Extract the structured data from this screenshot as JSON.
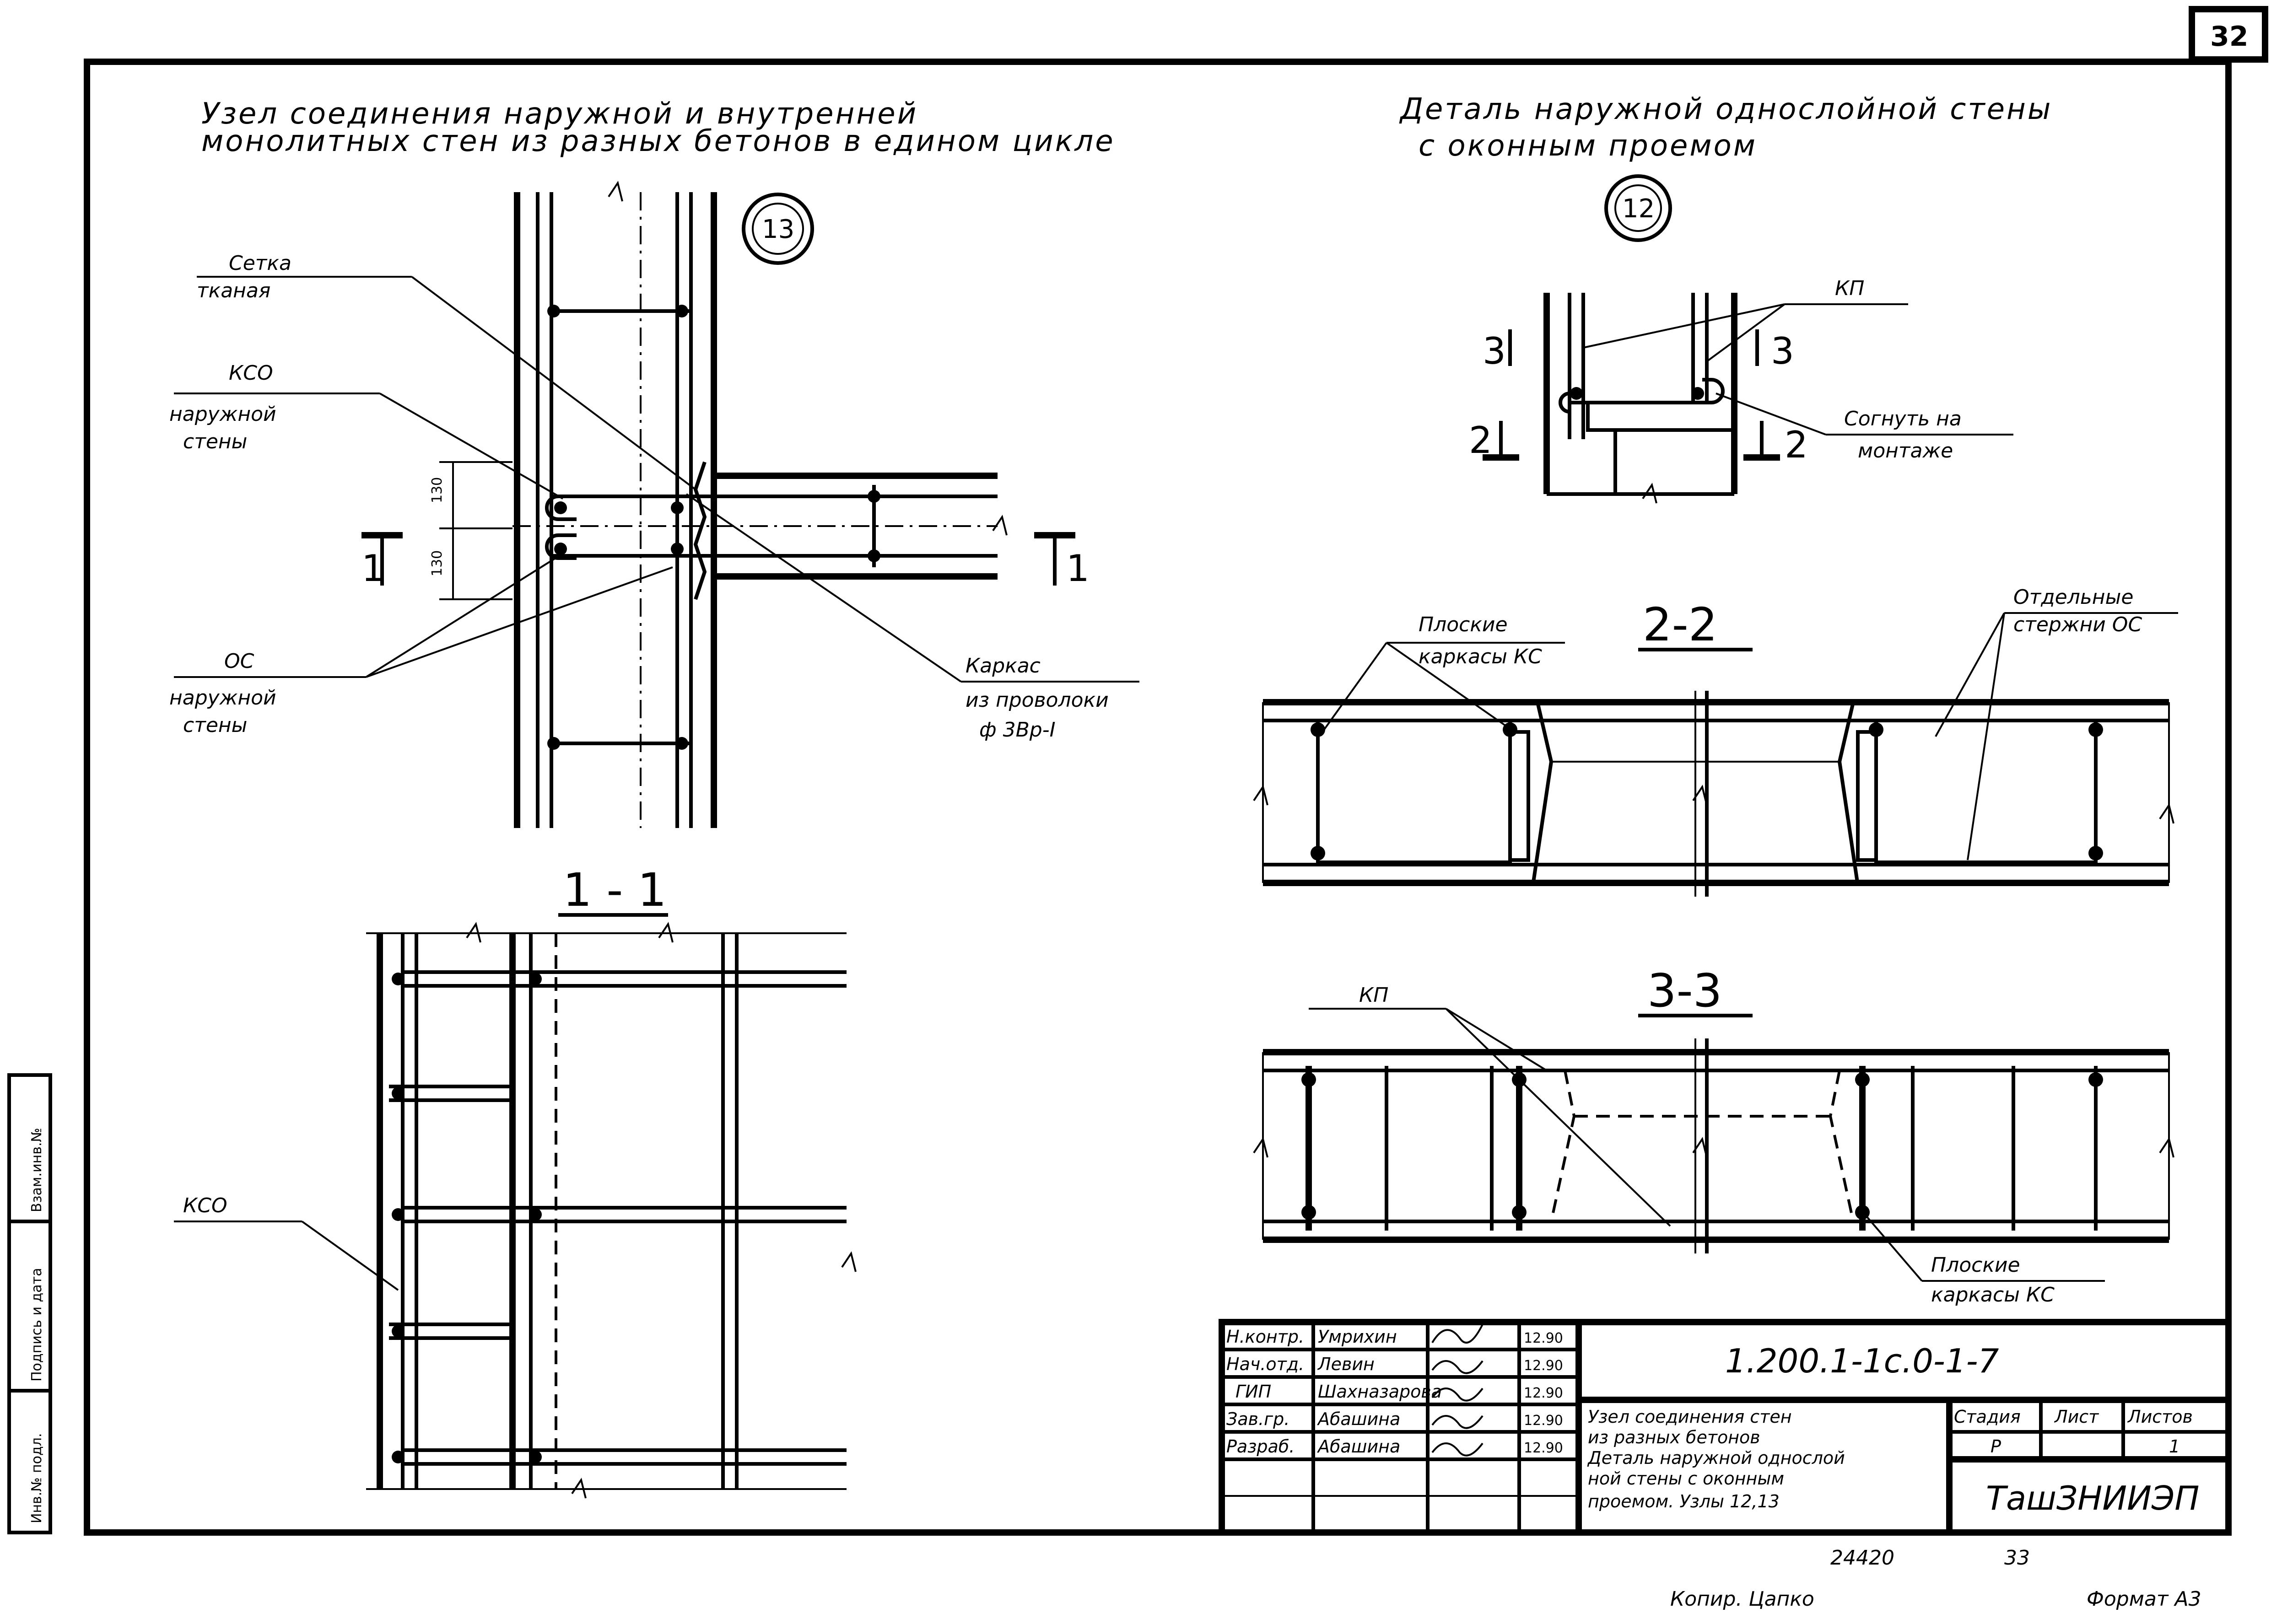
{
  "page_number": "32",
  "detail_13": {
    "title_line1": "Узел соединения наружной и внутренней",
    "title_line2": "монолитных стен из разных бетонов в едином цикле",
    "circle": "13",
    "label_setka_1": "Сетка",
    "label_setka_2": "тканая",
    "label_kso_1": "КСО",
    "label_kso_2": "наружной",
    "label_kso_3": "стены",
    "label_os_1": "ОС",
    "label_os_2": "наружной",
    "label_os_3": "стены",
    "label_karkas_1": "Каркас",
    "label_karkas_2": "из проволоки",
    "label_karkas_3": "ф 3Вр-I",
    "dim_top": "130",
    "dim_bottom": "130",
    "cut_left": "1",
    "cut_right": "1"
  },
  "section_1_1": {
    "title": "1 - 1",
    "label_kso": "КСО"
  },
  "detail_12": {
    "title_line1": "Деталь наружной однослойной стены",
    "title_line2": "с оконным проемом",
    "circle": "12",
    "label_kp": "КП",
    "label_bend_1": "Согнуть на",
    "label_bend_2": "монтаже",
    "cut3_left": "3",
    "cut3_right": "3",
    "cut2_left": "2",
    "cut2_right": "2"
  },
  "section_2_2": {
    "title": "2-2",
    "label_flat_1": "Плоские",
    "label_flat_2": "каркасы КС",
    "label_rods_1": "Отдельные",
    "label_rods_2": "стержни ОС"
  },
  "section_3_3": {
    "title": "3-3",
    "label_kp": "КП",
    "label_flat_1": "Плоские",
    "label_flat_2": "каркасы КС"
  },
  "side_stamp": {
    "col1": "Инв.№ подл.",
    "col2": "Подпись и дата",
    "col3": "Взам.инв.№"
  },
  "title_block": {
    "roles": [
      {
        "role": "Н.контр.",
        "name": "Умрихин",
        "date": "12.90"
      },
      {
        "role": "Нач.отд.",
        "name": "Левин",
        "date": "12.90"
      },
      {
        "role": "ГИП",
        "name": "Шахназарова",
        "date": "12.90"
      },
      {
        "role": "Зав.гр.",
        "name": "Абашина",
        "date": "12.90"
      },
      {
        "role": "Разраб.",
        "name": "Абашина",
        "date": "12.90"
      }
    ],
    "code": "1.200.1-1с.0-1-7",
    "desc_line1": "Узел соединения стен",
    "desc_line2": "из разных бетонов",
    "desc_line3": "Деталь наружной однослой",
    "desc_line4": "ной стены с оконным",
    "desc_line5": "проемом. Узлы 12,13",
    "stage_header": "Стадия",
    "sheet_header": "Лист",
    "sheets_header": "Листов",
    "stage_value": "Р",
    "sheet_value": "",
    "sheets_value": "1",
    "organization": "ТашЗНИИЭП"
  },
  "footer": {
    "number": "24420",
    "sheet": "33",
    "copied": "Копир. Цапко",
    "format": "Формат А3"
  }
}
